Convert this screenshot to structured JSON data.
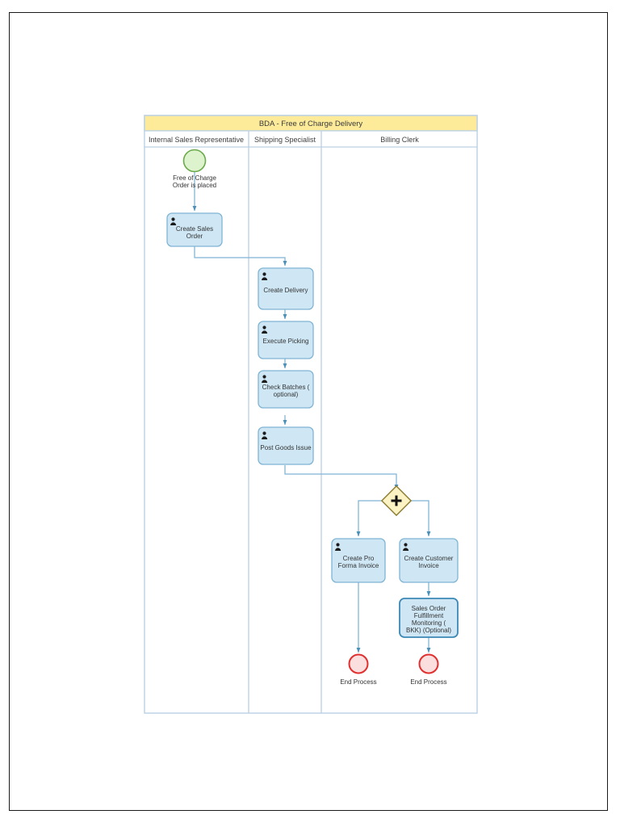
{
  "diagram": {
    "type": "bpmn-process-flow",
    "pool_title": "BDA - Free of Charge Delivery",
    "lanes": [
      {
        "id": "lane-internal-sales-representative",
        "label": "Internal Sales Representative"
      },
      {
        "id": "lane-shipping-specialist",
        "label": "Shipping Specialist"
      },
      {
        "id": "lane-billing-clerk",
        "label": "Billing Clerk"
      }
    ],
    "colors": {
      "pool_header_fill": "#fdeb9a",
      "pool_border": "#b9d0e4",
      "task_fill": "#cfe7f5",
      "task_border": "#7fb4d4",
      "task_border_strong": "#3c88b5",
      "start_event_fill": "#ddf3cd",
      "start_event_border": "#6aaa4a",
      "end_event_fill": "#fbdede",
      "end_event_border": "#e03030",
      "gateway_fill": "#fcf3c5",
      "gateway_border": "#8a7a30",
      "connector": "#7fb4d4",
      "page_border": "#1a1a1a"
    },
    "events": [
      {
        "id": "start-event",
        "kind": "start",
        "label": "Free of Charge Order is placed",
        "lane": "lane-internal-sales-representative"
      },
      {
        "id": "end-event-pro-forma",
        "kind": "end",
        "label": "End Process",
        "lane": "lane-billing-clerk"
      },
      {
        "id": "end-event-customer-invoice",
        "kind": "end",
        "label": "End Process",
        "lane": "lane-billing-clerk"
      }
    ],
    "gateways": [
      {
        "id": "parallel-gateway",
        "kind": "parallel",
        "symbol": "+",
        "label": "",
        "lane": "lane-billing-clerk"
      }
    ],
    "tasks": [
      {
        "id": "task-create-sales-order",
        "label": "Create Sales Order",
        "lane": "lane-internal-sales-representative",
        "icon": "user-task-icon",
        "emphasis": false
      },
      {
        "id": "task-create-delivery",
        "label": "Create Delivery",
        "lane": "lane-shipping-specialist",
        "icon": "user-task-icon",
        "emphasis": false
      },
      {
        "id": "task-execute-picking",
        "label": "Execute Picking",
        "lane": "lane-shipping-specialist",
        "icon": "user-task-icon",
        "emphasis": false
      },
      {
        "id": "task-check-batches",
        "label": "Check Batches ( optional)",
        "lane": "lane-shipping-specialist",
        "icon": "user-task-icon",
        "emphasis": false
      },
      {
        "id": "task-post-goods-issue",
        "label": "Post Goods Issue",
        "lane": "lane-shipping-specialist",
        "icon": "user-task-icon",
        "emphasis": false
      },
      {
        "id": "task-create-pro-forma-invoice",
        "label": "Create Pro Forma Invoice",
        "lane": "lane-billing-clerk",
        "icon": "user-task-icon",
        "emphasis": false
      },
      {
        "id": "task-create-customer-invoice",
        "label": "Create Customer Invoice",
        "lane": "lane-billing-clerk",
        "icon": "user-task-icon",
        "emphasis": false
      },
      {
        "id": "task-sales-order-fulfillment-monitoring",
        "label": "Sales Order Fulfillment Monitoring ( BKK) (Optional)",
        "lane": "lane-billing-clerk",
        "icon": "user-task-icon",
        "emphasis": true
      }
    ],
    "task_label_lines": {
      "task-create-sales-order": [
        "Create Sales",
        "Order"
      ],
      "task-create-delivery": [
        "Create Delivery"
      ],
      "task-execute-picking": [
        "Execute Picking"
      ],
      "task-check-batches": [
        "Check Batches (",
        "optional)"
      ],
      "task-post-goods-issue": [
        "Post Goods Issue"
      ],
      "task-create-pro-forma-invoice": [
        "Create Pro",
        "Forma Invoice"
      ],
      "task-create-customer-invoice": [
        "Create Customer",
        "Invoice"
      ],
      "task-sales-order-fulfillment-monitoring": [
        "Sales Order",
        "Fulfillment",
        "Monitoring (",
        "BKK) (Optional)"
      ]
    },
    "start_event_label_lines": [
      "Free of Charge",
      "Order is placed"
    ],
    "flows": [
      {
        "from": "start-event",
        "to": "task-create-sales-order"
      },
      {
        "from": "task-create-sales-order",
        "to": "task-create-delivery"
      },
      {
        "from": "task-create-delivery",
        "to": "task-execute-picking"
      },
      {
        "from": "task-execute-picking",
        "to": "task-check-batches"
      },
      {
        "from": "task-check-batches",
        "to": "task-post-goods-issue"
      },
      {
        "from": "task-post-goods-issue",
        "to": "parallel-gateway"
      },
      {
        "from": "parallel-gateway",
        "to": "task-create-pro-forma-invoice"
      },
      {
        "from": "parallel-gateway",
        "to": "task-create-customer-invoice"
      },
      {
        "from": "task-create-pro-forma-invoice",
        "to": "end-event-pro-forma"
      },
      {
        "from": "task-create-customer-invoice",
        "to": "task-sales-order-fulfillment-monitoring"
      },
      {
        "from": "task-sales-order-fulfillment-monitoring",
        "to": "end-event-customer-invoice"
      }
    ]
  }
}
